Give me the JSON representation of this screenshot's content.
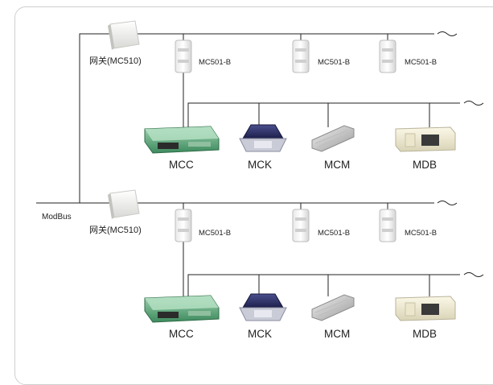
{
  "bus_label": "ModBus",
  "groups": [
    {
      "gateway": {
        "label": "网关(MC510)",
        "icon": "gateway-box-icon"
      },
      "modules": [
        {
          "label": "MC501-B",
          "icon": "mc501b-module-icon"
        },
        {
          "label": "MC501-B",
          "icon": "mc501b-module-icon"
        },
        {
          "label": "MC501-B",
          "icon": "mc501b-module-icon"
        }
      ],
      "units": [
        {
          "label": "MCC",
          "icon": "ducted-unit-icon"
        },
        {
          "label": "MCK",
          "icon": "cassette-unit-icon"
        },
        {
          "label": "MCM",
          "icon": "ceiling-unit-icon"
        },
        {
          "label": "MDB",
          "icon": "cabinet-unit-icon"
        }
      ]
    },
    {
      "gateway": {
        "label": "网关(MC510)",
        "icon": "gateway-box-icon"
      },
      "modules": [
        {
          "label": "MC501-B",
          "icon": "mc501b-module-icon"
        },
        {
          "label": "MC501-B",
          "icon": "mc501b-module-icon"
        },
        {
          "label": "MC501-B",
          "icon": "mc501b-module-icon"
        }
      ],
      "units": [
        {
          "label": "MCC",
          "icon": "ducted-unit-icon"
        },
        {
          "label": "MCK",
          "icon": "cassette-unit-icon"
        },
        {
          "label": "MCM",
          "icon": "ceiling-unit-icon"
        },
        {
          "label": "MDB",
          "icon": "cabinet-unit-icon"
        }
      ]
    }
  ]
}
